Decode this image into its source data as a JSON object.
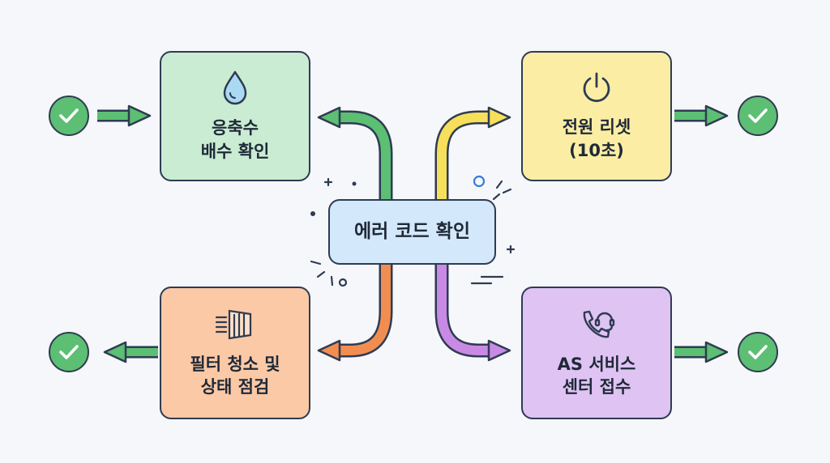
{
  "diagram": {
    "center": {
      "label": "에러 코드 확인"
    },
    "steps": {
      "condensate": {
        "label": "응축수\n배수 확인",
        "icon": "water-drop-icon",
        "color": "#c9ecd3"
      },
      "power": {
        "label": "전원 리셋\n(10초)",
        "icon": "power-icon",
        "color": "#fbeea4"
      },
      "filter": {
        "label": "필터 청소 및\n상태 점검",
        "icon": "filter-icon",
        "color": "#fbc9a6"
      },
      "as": {
        "label": "AS 서비스\n센터 접수",
        "icon": "phone-headset-icon",
        "color": "#dec3f3"
      }
    },
    "result_icon": "check-icon",
    "colors": {
      "green": "#5cbf73",
      "yellow": "#f6df5a",
      "orange": "#f28d52",
      "purple": "#c98ae6",
      "outline": "#2f3b52"
    }
  }
}
